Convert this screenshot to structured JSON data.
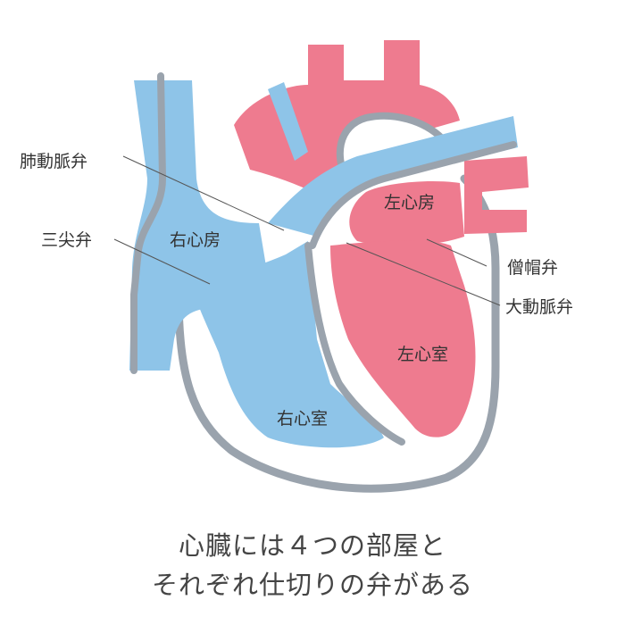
{
  "colors": {
    "deoxygenated": "#8ec4e8",
    "oxygenated": "#ee7b8f",
    "outline": "#9aa3ad",
    "text": "#333333"
  },
  "labels": {
    "pulmonary_valve": "肺動脈弁",
    "tricuspid_valve": "三尖弁",
    "mitral_valve": "僧帽弁",
    "aortic_valve": "大動脈弁",
    "right_atrium": "右心房",
    "left_atrium": "左心房",
    "right_ventricle": "右心室",
    "left_ventricle": "左心室"
  },
  "caption": {
    "line1": "心臓には４つの部屋と",
    "line2": "それぞれ仕切りの弁がある"
  }
}
